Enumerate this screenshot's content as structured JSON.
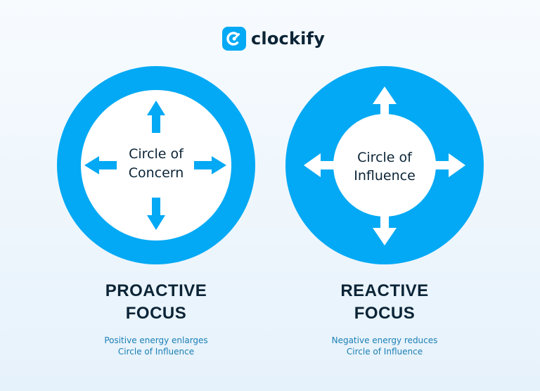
{
  "brand": {
    "name": "clockify",
    "color": "#03a9f4",
    "icon": "clockify-logo-icon"
  },
  "colors": {
    "circle": "#03a9f4",
    "inner": "#ffffff",
    "heading": "#0b2436",
    "caption": "#1b7fb5"
  },
  "panels": [
    {
      "id": "proactive",
      "inner_label_lines": [
        "Circle of",
        "Concern"
      ],
      "title_lines": [
        "PROACTIVE",
        "FOCUS"
      ],
      "description_lines": [
        "Positive energy enlarges",
        "Circle of Influence"
      ],
      "arrow_direction": "inward",
      "arrow_icon": "arrows-in-icon"
    },
    {
      "id": "reactive",
      "inner_label_lines": [
        "Circle of",
        "Influence"
      ],
      "title_lines": [
        "REACTIVE",
        "FOCUS"
      ],
      "description_lines": [
        "Negative energy reduces",
        "Circle of Influence"
      ],
      "arrow_direction": "outward",
      "arrow_icon": "arrows-out-icon"
    }
  ]
}
